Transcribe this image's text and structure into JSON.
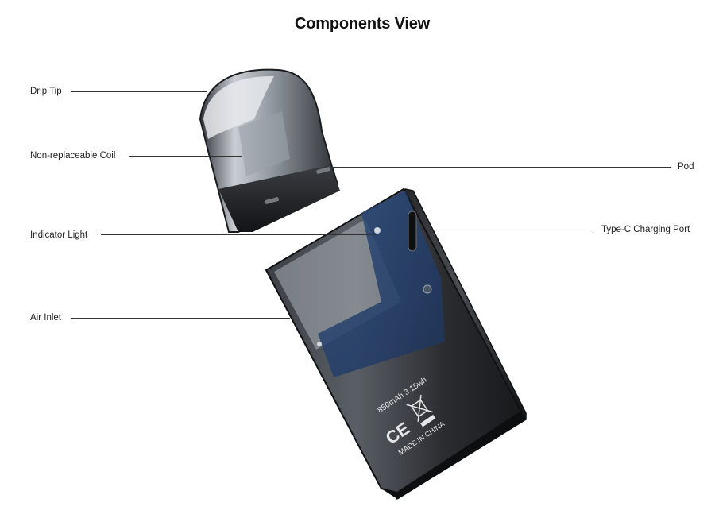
{
  "title": "Components View",
  "labels": {
    "drip_tip": "Drip Tip",
    "coil": "Non-replaceable Coil",
    "indicator_light": "Indicator Light",
    "air_inlet": "Air Inlet",
    "pod": "Pod",
    "charging_port": "Type-C Charging Port"
  },
  "device_markings": {
    "capacity": "850mAh 3.15wh",
    "ce_mark": "CE",
    "origin": "MADE IN CHINA"
  }
}
